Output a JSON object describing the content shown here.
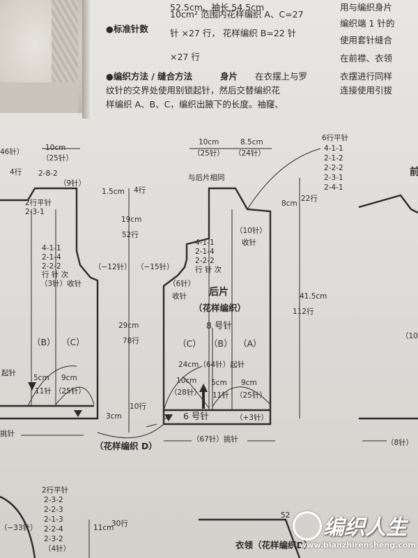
{
  "header": {
    "size_line": "52.5cm、袖长 54.5cm",
    "gauge_label": "●标准针数",
    "gauge_line1": "10cm² 范围内花样编织 A、C=27",
    "gauge_line2": "针 ×27 行， 花样编织 B=22 针",
    "gauge_line3": "×27 行",
    "method_label": "●编织方法 / 缝合方法",
    "method_part": "身片",
    "method_line1": "在衣摆上与罗",
    "method_line2": "纹针的交界处使用别锁起针，然后交替编织花",
    "method_line3": "样编织 A、B、C，编织出腋下的长度。袖窿、",
    "right_line1": "用与编织身片",
    "right_line2": "编织端 1 针的",
    "right_line3": "使用套针缝合",
    "right_line4": "在前襟、衣领",
    "right_line5": "衣摆进行同样",
    "right_line6": "连接使用引拔"
  },
  "back_piece": {
    "title": "后片",
    "pattern": "（花样编织）",
    "needle": "8 号针",
    "top_left_width": "10cm",
    "top_left_stitches": "（25针）",
    "top_right_width": "8.5cm",
    "top_right_stitches": "（24针）",
    "same_as_back": "与后片相同",
    "shoulder_schedule": [
      "6行平针",
      "4-1-1",
      "2-1-2",
      "2-2-2",
      "2-3-1",
      "2-4-1"
    ],
    "neck_depth": "8cm",
    "neck_rows": "22行",
    "armhole_dec_left": [
      "4-1-1",
      "2-1-4",
      "2-2-2",
      "行 针 次"
    ],
    "dec_right": "（10针）",
    "dec_right_label": "收针",
    "dec_left": "（6针）",
    "dec_left_label": "收针",
    "total_height": "41.5cm",
    "total_rows": "112行",
    "col_c": "（C）",
    "col_b": "（B）",
    "col_a": "（A）",
    "cast_on": "24cm（64针）起针",
    "seg_left": "10cm",
    "seg_left_st": "（28针）",
    "seg_mid": "5cm",
    "seg_mid_st": "11针",
    "seg_right": "9cm",
    "seg_right_st": "（25针）",
    "ribbing_needle": "6 号针",
    "ribbing_plus": "（+3针）",
    "pickup": "（67针）挑针"
  },
  "middle_dims": {
    "dim1": "1.5cm",
    "dim1_rows": "4行",
    "dim2": "19cm",
    "dim2_rows": "52行",
    "minus12": "（−12针）",
    "minus15": "（−15针）",
    "dim3": "29cm",
    "dim3_rows": "78行",
    "dim4": "3cm",
    "dim4_rows": "10行",
    "pattern_d": "（花样编织 D）"
  },
  "front_piece": {
    "stitches_top_left": "46针）",
    "width_top": "10cm",
    "width_top_st": "（25针）",
    "four_rows": "4行",
    "shoulder": "2-8-2",
    "nine": "（9针）",
    "flat_rows": "2行平针",
    "sched": "2-3-1",
    "dec_list": [
      "4-1-1",
      "2-1-4",
      "2-2-2"
    ],
    "dec_label": "行 针 次",
    "three_dec": "（3针）收针",
    "col_b": "（B）",
    "col_c": "（C）",
    "cast_label": "起针",
    "seg_mid": "5cm",
    "seg_mid_st": "11针",
    "seg_right": "9cm",
    "seg_right_st": "（25针）",
    "pickup": "挑针"
  },
  "sleeve_bottom": {
    "schedule": [
      "2行平针",
      "2-3-2",
      "2-2-3",
      "2-1-3",
      "2-2-4",
      "2-3-2",
      "（4针）"
    ],
    "dim": "11cm",
    "dim_rows": "30行",
    "minus33": "（−33针）",
    "collar_label": "衣领（花样编织D）",
    "collar_num": "52"
  },
  "right_edge": {
    "front_label": "前",
    "ten": "（10",
    "eight": "（8针）"
  },
  "watermark": {
    "name": "编织人生",
    "url": "www.bianzhirensheng.com"
  }
}
